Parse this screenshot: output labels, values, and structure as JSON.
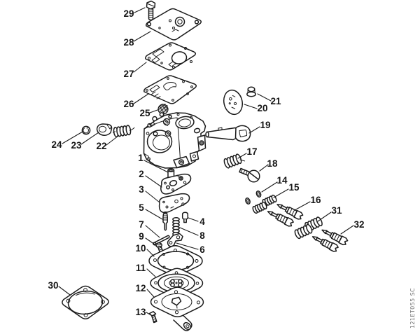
{
  "diagram": {
    "watermark_code": "121ET055 SC",
    "colors": {
      "background": "#ffffff",
      "line_art": "#1a1a1a",
      "callout_text": "#151515",
      "watermark_text": "#6e6e6e"
    },
    "callouts": [
      {
        "label": "1"
      },
      {
        "label": "2"
      },
      {
        "label": "3"
      },
      {
        "label": "4"
      },
      {
        "label": "5"
      },
      {
        "label": "6"
      },
      {
        "label": "7"
      },
      {
        "label": "8"
      },
      {
        "label": "9"
      },
      {
        "label": "10"
      },
      {
        "label": "11"
      },
      {
        "label": "12"
      },
      {
        "label": "13"
      },
      {
        "label": "14"
      },
      {
        "label": "15"
      },
      {
        "label": "16"
      },
      {
        "label": "17"
      },
      {
        "label": "18"
      },
      {
        "label": "19"
      },
      {
        "label": "20"
      },
      {
        "label": "21"
      },
      {
        "label": "22"
      },
      {
        "label": "23"
      },
      {
        "label": "24"
      },
      {
        "label": "25"
      },
      {
        "label": "26"
      },
      {
        "label": "27"
      },
      {
        "label": "28"
      },
      {
        "label": "29"
      },
      {
        "label": "30"
      },
      {
        "label": "31"
      },
      {
        "label": "32"
      }
    ]
  }
}
